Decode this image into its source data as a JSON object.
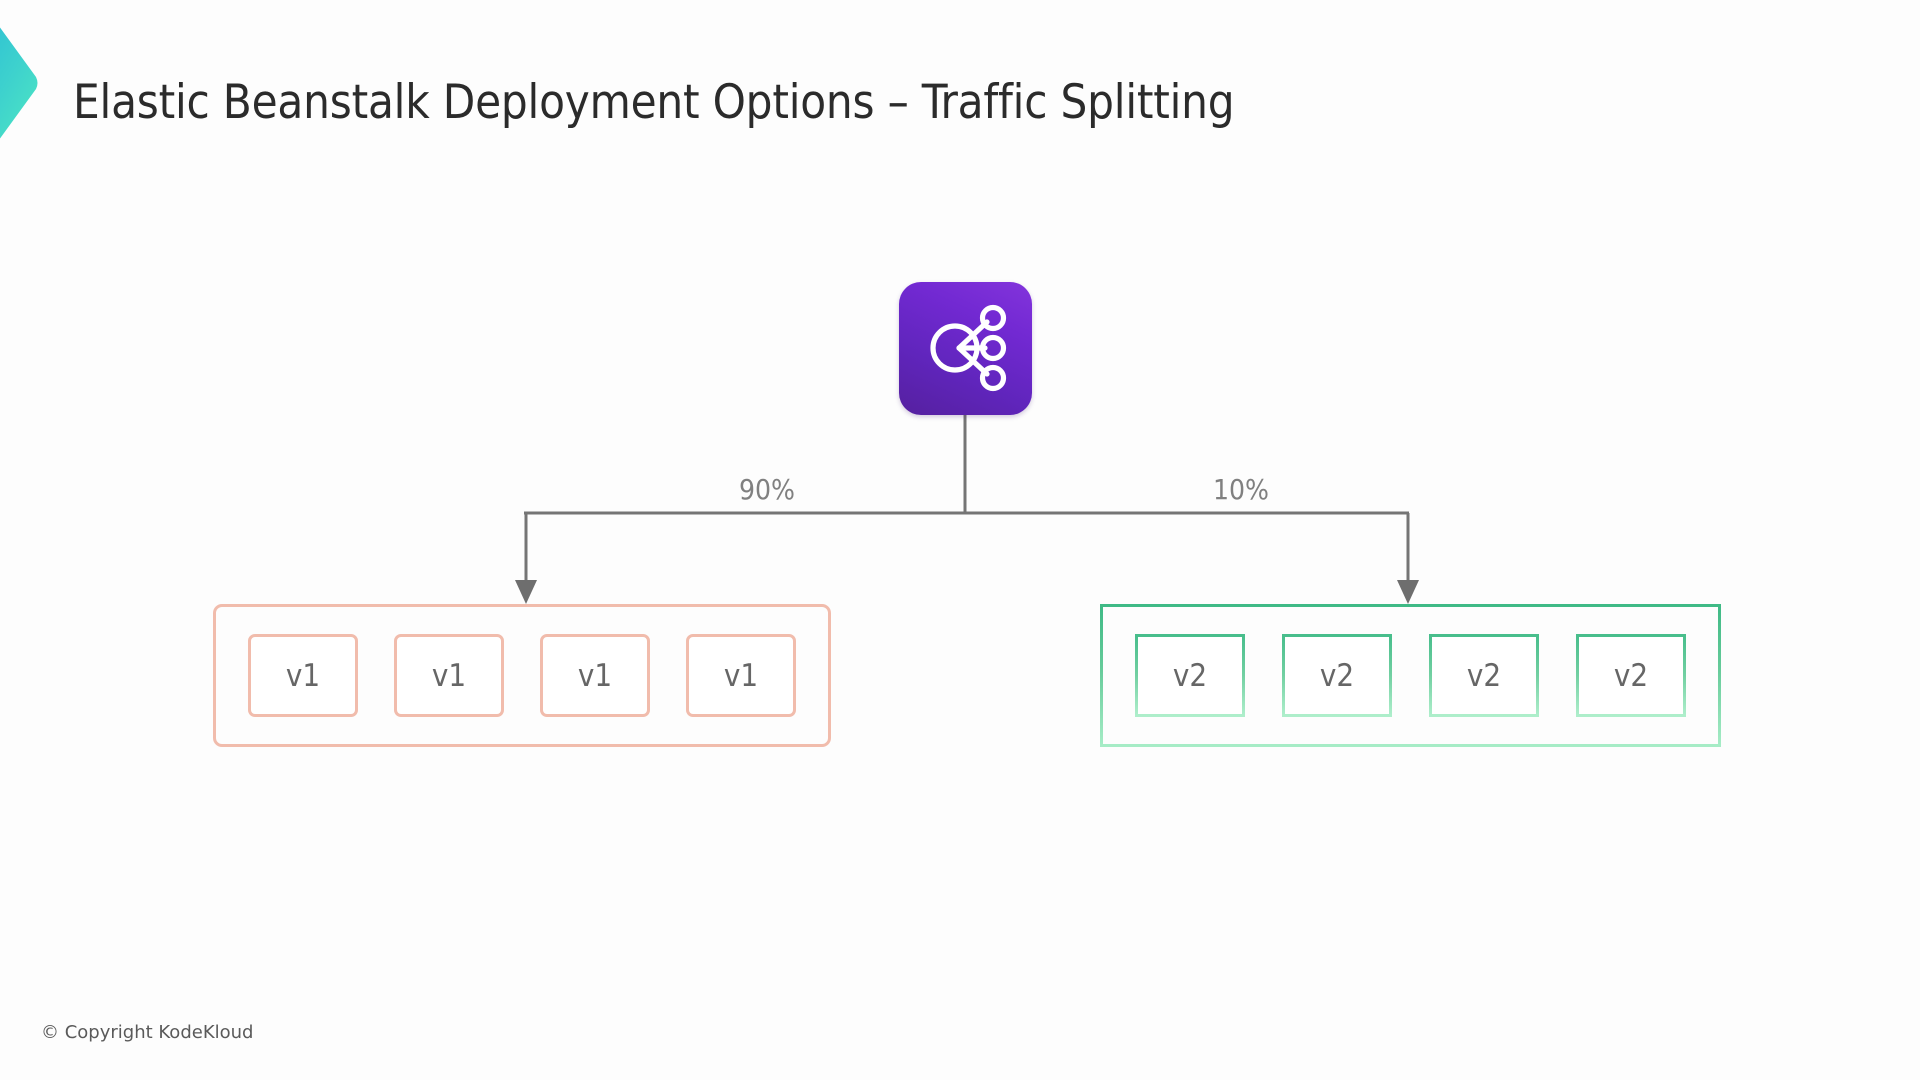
{
  "slide": {
    "title": "Elastic Beanstalk Deployment Options – Traffic Splitting",
    "background_color": "#fdfdfd"
  },
  "brand": {
    "mark_name": "chevron-logo",
    "gradient_from": "#2fbfd4",
    "gradient_to": "#4ae3c4"
  },
  "diagram": {
    "load_balancer": {
      "icon_name": "network-nodes-icon",
      "gradient_from": "#8334dc",
      "gradient_to": "#55209f"
    },
    "connector_color": "#757575",
    "splits": [
      {
        "label": "90%",
        "target": "v1"
      },
      {
        "label": "10%",
        "target": "v2"
      }
    ],
    "groups": [
      {
        "name": "v1-group",
        "accent_color": "#f1bcac",
        "instances": [
          {
            "label": "v1"
          },
          {
            "label": "v1"
          },
          {
            "label": "v1"
          },
          {
            "label": "v1"
          }
        ]
      },
      {
        "name": "v2-group",
        "accent_color": "#48be8c",
        "instances": [
          {
            "label": "v2"
          },
          {
            "label": "v2"
          },
          {
            "label": "v2"
          },
          {
            "label": "v2"
          }
        ]
      }
    ]
  },
  "footer": {
    "copyright": "© Copyright KodeKloud"
  }
}
